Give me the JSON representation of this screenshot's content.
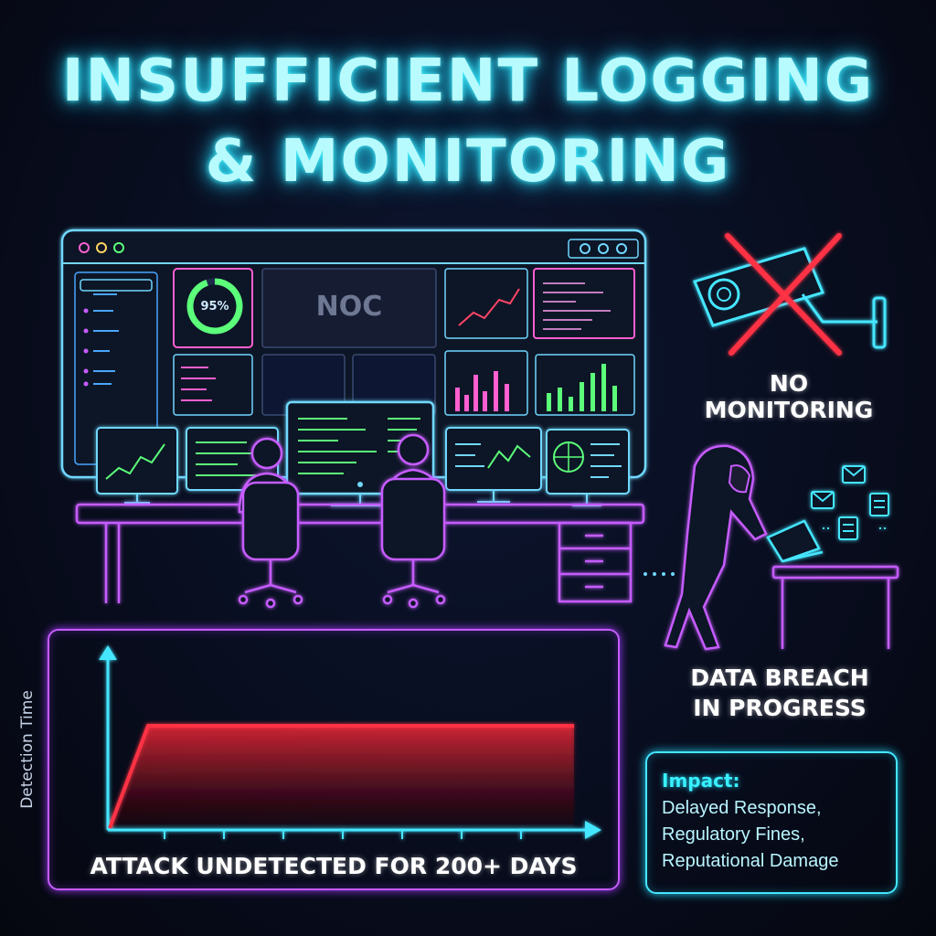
{
  "title": {
    "line1": "INSUFFICIENT LOGGING",
    "line2": "& MONITORING"
  },
  "noc": {
    "panel_label": "NOC",
    "gauge_value": "95%",
    "gauge_fraction": 0.95
  },
  "labels": {
    "no_monitoring": "NO MONITORING",
    "breach_line1": "DATA BREACH",
    "breach_line2": "IN PROGRESS"
  },
  "chart": {
    "y_axis_label": "Detection Time",
    "x_axis_label": "ATTACK UNDETECTED FOR 200+ DAYS"
  },
  "impact": {
    "title": "Impact:",
    "items": [
      "Delayed Response,",
      "Regulatory Fines,",
      "Reputational Damage"
    ]
  },
  "colors": {
    "cyan": "#45e6ff",
    "magenta": "#c65cff",
    "pink": "#ff4fd8",
    "green": "#5cff7a",
    "red": "#ff3344",
    "background": "#070b1a"
  }
}
